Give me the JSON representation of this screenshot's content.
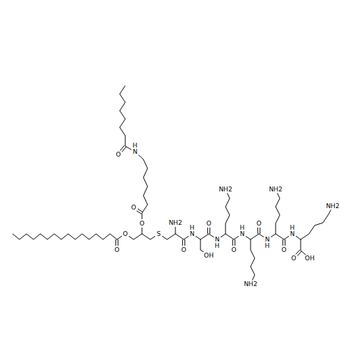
{
  "diagram": {
    "labels": [
      "O",
      "N",
      "H",
      "O",
      "O",
      "O",
      "O",
      "S",
      "NH2",
      "O",
      "N",
      "H",
      "OH",
      "O",
      "N",
      "H",
      "NH2",
      "O",
      "N",
      "H",
      "NH2",
      "O",
      "N",
      "H",
      "NH2",
      "O",
      "N",
      "H",
      "NH2",
      "O",
      "OH"
    ]
  }
}
